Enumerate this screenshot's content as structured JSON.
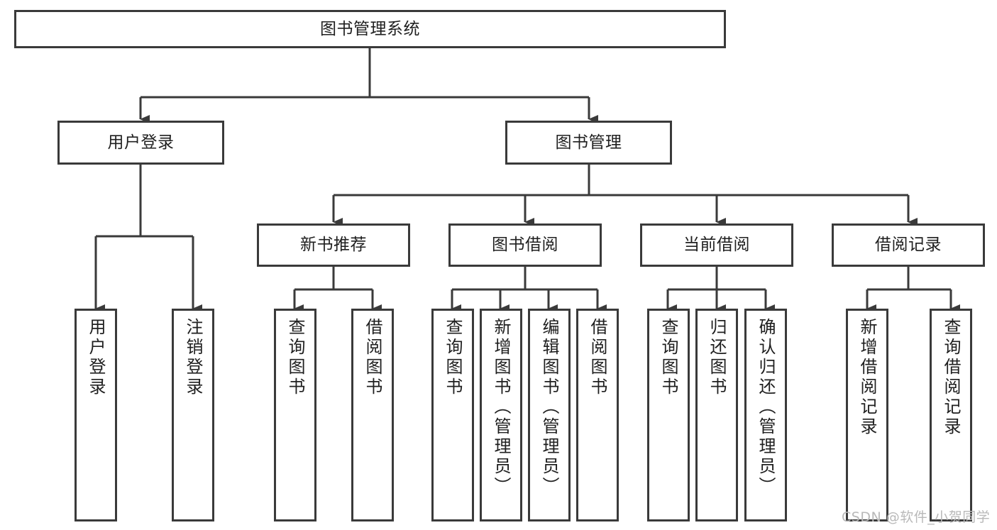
{
  "diagram": {
    "title": "图书管理系统",
    "type": "tree",
    "watermark": "CSDN @软件_小贺同学",
    "colors": {
      "stroke": "#3a3a3a",
      "fill": "#ffffff",
      "text": "#1f1f1f",
      "watermark": "#b9b9b9"
    },
    "root": {
      "label": "图书管理系统"
    },
    "branches": [
      {
        "label": "用户登录"
      },
      {
        "label": "图书管理"
      }
    ],
    "groups": [
      {
        "label": "新书推荐"
      },
      {
        "label": "图书借阅"
      },
      {
        "label": "当前借阅"
      },
      {
        "label": "借阅记录"
      }
    ],
    "leaves": [
      {
        "label": "用户登录",
        "parent": "用户登录"
      },
      {
        "label": "注销登录",
        "parent": "用户登录"
      },
      {
        "label": "查询图书",
        "parent": "新书推荐"
      },
      {
        "label": "借阅图书",
        "parent": "新书推荐"
      },
      {
        "label": "查询图书",
        "parent": "图书借阅"
      },
      {
        "label": "新增图书（管理员）",
        "parent": "图书借阅"
      },
      {
        "label": "编辑图书（管理员）",
        "parent": "图书借阅"
      },
      {
        "label": "借阅图书",
        "parent": "图书借阅"
      },
      {
        "label": "查询图书",
        "parent": "当前借阅"
      },
      {
        "label": "归还图书",
        "parent": "当前借阅"
      },
      {
        "label": "确认归还（管理员）",
        "parent": "当前借阅"
      },
      {
        "label": "新增借阅记录",
        "parent": "借阅记录"
      },
      {
        "label": "查询借阅记录",
        "parent": "借阅记录"
      }
    ]
  }
}
